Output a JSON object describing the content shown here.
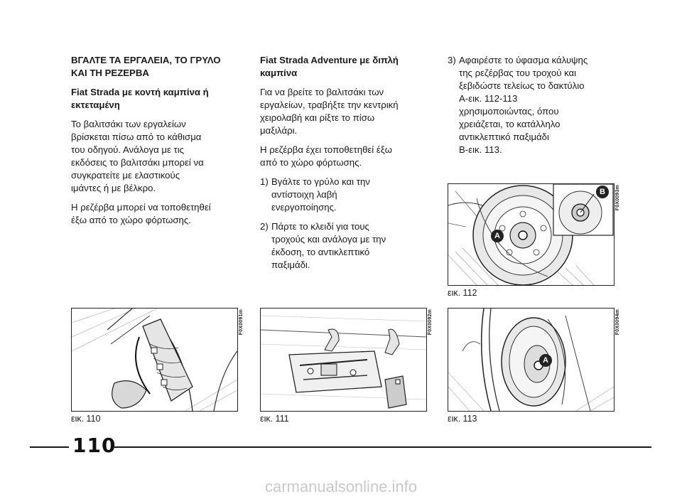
{
  "col1": {
    "title_lines": [
      "ΒΓΑΛΤΕ ΤΑ ΕΡΓΑΛΕΙΑ, ΤΟ ΓΡΥΛΟ",
      "ΚΑΙ ΤΗ ΡΕΖΕΡΒΑ"
    ],
    "subtitle_lines": [
      "Fiat Strada με κοντή καμπίνα ή",
      "εκτεταμένη"
    ],
    "para1_lines": [
      "Το βαλιτσάκι των εργαλείων",
      "βρίσκεται πίσω από το κάθισμα",
      "του οδηγού.  Ανάλογα με τις",
      "εκδόσεις το βαλιτσάκι μπορεί να",
      "συγκρατείτε με ελαστικούς",
      "ιμάντες ή με βέλκρο."
    ],
    "para2_lines": [
      "Η ρεζέρβα μπορεί να τοποθετηθεί",
      "έξω από το χώρο φόρτωσης."
    ]
  },
  "col2": {
    "subtitle_lines": [
      "Fiat Strada Adventure με διπλή",
      "καμπίνα"
    ],
    "para1_lines": [
      "Για να βρείτε το βαλιτσάκι των",
      "εργαλείων, τραβήξτε την κεντρική",
      "χειρολαβή και ρίξτε το πίσω",
      "μαξιλάρι."
    ],
    "para2_lines": [
      "Η ρεζέρβα έχει τοποθετηθεί έξω",
      "από το χώρο φόρτωσης."
    ],
    "items": [
      {
        "num": "1)",
        "lines": [
          "Βγάλτε το γρύλο και την",
          "αντίστοιχη λαβή",
          "ενεργοποίησης."
        ]
      },
      {
        "num": "2)",
        "lines": [
          "Πάρτε το κλειδί για τους",
          "τροχούς και ανάλογα με την",
          "έκδοση, το αντικλεπτικό",
          "παξιμάδι."
        ]
      }
    ]
  },
  "col3": {
    "items": [
      {
        "num": "3)",
        "lines": [
          "Αφαιρέστε το ύφασμα κάλυψης",
          "της ρεζέρβας του τροχού και",
          "ξεβιδώστε τελείως το δακτύλιο",
          "A-εικ. 112-113",
          "χρησιμοποιώντας, όπου",
          "χρειάζεται, το κατάλληλο",
          "αντικλεπτικό παξιμάδι",
          "B-εικ. 113."
        ]
      }
    ]
  },
  "figures": {
    "fig110": {
      "caption": "εικ. 110",
      "code": "F0X0091m"
    },
    "fig111": {
      "caption": "εικ. 111",
      "code": "F0X0092m"
    },
    "fig112": {
      "caption": "εικ. 112",
      "code": "F0X0093m",
      "label_a": "A",
      "label_b": "B"
    },
    "fig113": {
      "caption": "εικ. 113",
      "code": "F0X0094m",
      "label_a": "A"
    }
  },
  "page_number": "110",
  "watermark": "carmanualsonline.info"
}
